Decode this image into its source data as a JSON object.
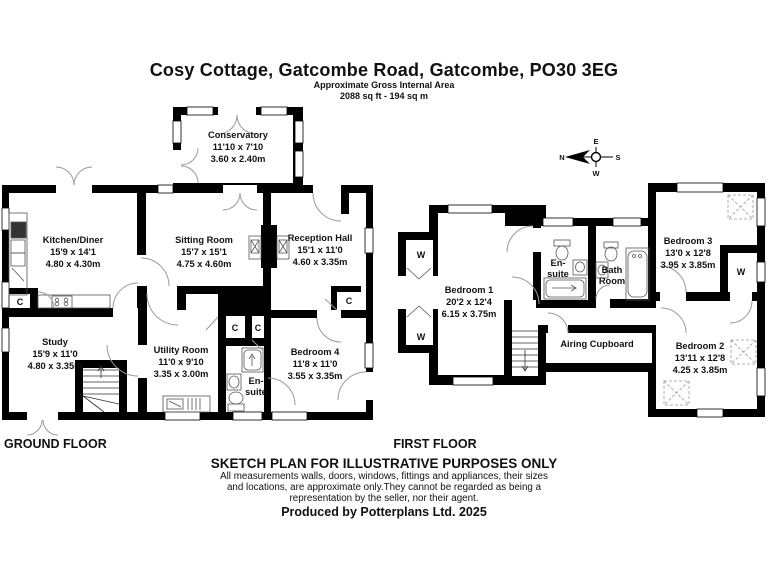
{
  "header": {
    "title": "Cosy Cottage, Gatcombe Road, Gatcombe, PO30 3EG",
    "area_line1": "Approximate Gross Internal Area",
    "area_line2": "2088 sq ft - 194 sq m"
  },
  "ground_floor": {
    "label": "GROUND FLOOR",
    "rooms": {
      "kitchen": {
        "name": "Kitchen/Diner",
        "imperial": "15'9 x 14'1",
        "metric": "4.80 x 4.30m"
      },
      "sitting": {
        "name": "Sitting Room",
        "imperial": "15'7 x 15'1",
        "metric": "4.75 x 4.60m"
      },
      "reception": {
        "name": "Reception Hall",
        "imperial": "15'1 x 11'0",
        "metric": "4.60 x 3.35m"
      },
      "conservatory": {
        "name": "Conservatory",
        "imperial": "11'10 x 7'10",
        "metric": "3.60 x 2.40m"
      },
      "study": {
        "name": "Study",
        "imperial": "15'9 x 11'0",
        "metric": "4.80 x 3.35m"
      },
      "utility": {
        "name": "Utility Room",
        "imperial": "11'0 x 9'10",
        "metric": "3.35 x 3.00m"
      },
      "bedroom4": {
        "name": "Bedroom 4",
        "imperial": "11'8 x 11'0",
        "metric": "3.55 x 3.35m"
      },
      "ensuite": {
        "line1": "En-",
        "line2": "suite"
      }
    }
  },
  "first_floor": {
    "label": "FIRST FLOOR",
    "rooms": {
      "bedroom1": {
        "name": "Bedroom 1",
        "imperial": "20'2 x 12'4",
        "metric": "6.15 x 3.75m"
      },
      "bedroom2": {
        "name": "Bedroom 2",
        "imperial": "13'11 x 12'8",
        "metric": "4.25 x 3.85m"
      },
      "bedroom3": {
        "name": "Bedroom 3",
        "imperial": "13'0 x 12'8",
        "metric": "3.95 x 3.85m"
      },
      "bathroom": {
        "line1": "Bath",
        "line2": "Room"
      },
      "ensuite": {
        "line1": "En-",
        "line2": "suite"
      },
      "airing": {
        "name": "Airing Cupboard"
      }
    }
  },
  "markers": {
    "cupboard": "C",
    "wardrobe": "W"
  },
  "compass": {
    "north": "N",
    "east": "E",
    "south": "S",
    "west": "W"
  },
  "footer": {
    "headline": "SKETCH PLAN FOR ILLUSTRATIVE PURPOSES ONLY",
    "line1": "All measurements walls, doors, windows, fittings and appliances, their sizes",
    "line2": "and locations, are approximate only.They cannot be regarded as being a",
    "line3": "representation by the seller, nor their agent.",
    "credit": "Produced by Potterplans Ltd. 2025"
  }
}
